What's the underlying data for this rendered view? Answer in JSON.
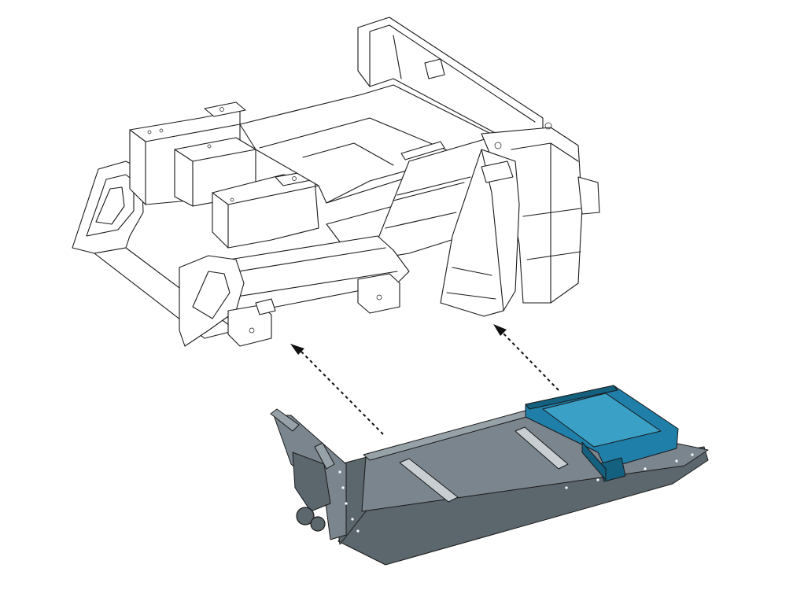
{
  "colors": {
    "background": "#ffffff",
    "line": "#1a1a1a",
    "tray": "#7a858d",
    "tray_dark": "#5c666d",
    "tray_light": "#97a1a8",
    "rail": "#c8ced2",
    "module": "#1f7fa8",
    "module_dark": "#14607f",
    "module_light": "#3aa0c6",
    "arrow": "#111111"
  },
  "components": {
    "frame": "cab-frame-line-art",
    "tray": "slide-out-tray",
    "module": "highlighted-tray-module"
  },
  "arrows": [
    {
      "name": "left-insert-arrow",
      "direction": "up-left"
    },
    {
      "name": "right-insert-arrow",
      "direction": "up-left"
    }
  ]
}
